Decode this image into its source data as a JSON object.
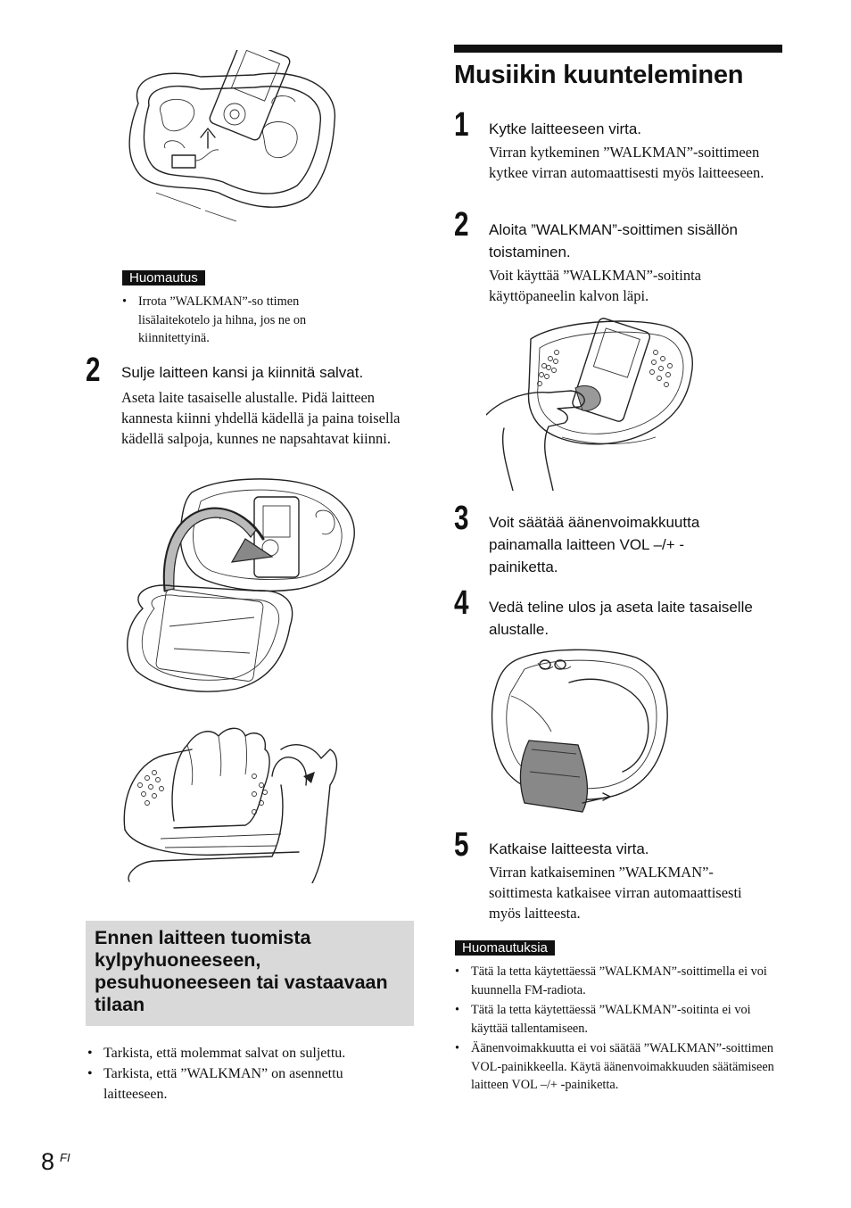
{
  "left": {
    "note1": {
      "label": "Huomautus",
      "items": [
        "Irrota ”WALKMAN”-so ttimen lisälaitekotelo ja hihna, jos ne on kiinnitettyinä."
      ]
    },
    "step2": {
      "number": "2",
      "title": "Sulje laitteen kansi ja kiinnitä salvat.",
      "body": "Aseta laite tasaiselle alustalle. Pidä laitteen kannesta kiinni yhdellä kädellä ja paina toisella kädellä salpoja, kunnes ne napsahtavat kiinni."
    },
    "section_box": {
      "title": "Ennen laitteen tuomista kylpyhuoneeseen, pesuhuoneeseen tai vastaavaan tilaan"
    },
    "bullets": [
      "Tarkista, että molemmat salvat on suljettu.",
      "Tarkista, että ”WALKMAN” on asennettu laitteeseen."
    ]
  },
  "right": {
    "heading": "Musiikin kuunteleminen",
    "steps": [
      {
        "number": "1",
        "title": "Kytke laitteeseen virta.",
        "body": "Virran kytkeminen ”WALKMAN”-soittimeen kytkee virran automaattisesti myös laitteeseen."
      },
      {
        "number": "2",
        "title": "Aloita ”WALKMAN”-soittimen sisällön toistaminen.",
        "body": "Voit käyttää ”WALKMAN”-soitinta käyttöpaneelin kalvon läpi."
      },
      {
        "number": "3",
        "title": "Voit säätää äänenvoimakkuutta painamalla laitteen VOL –/+ -painiketta.",
        "body": ""
      },
      {
        "number": "4",
        "title": "Vedä teline ulos ja aseta laite tasaiselle alustalle.",
        "body": ""
      },
      {
        "number": "5",
        "title": "Katkaise laitteesta virta.",
        "body": "Virran katkaiseminen ”WALKMAN”-soittimesta katkaisee virran automaattisesti myös laitteesta."
      }
    ],
    "note2": {
      "label": "Huomautuksia",
      "items": [
        "Tätä la tetta käytettäessä ”WALKMAN”-soittimella ei voi kuunnella FM-radiota.",
        "Tätä la tetta käytettäessä ”WALKMAN”-soitinta ei voi käyttää tallentamiseen.",
        "Äänenvoimakkuutta ei voi säätää ”WALKMAN”-soittimen VOL-painikkeella. Käytä äänenvoimakkuuden säätämiseen laitteen VOL –/+ -painiketta."
      ]
    }
  },
  "footer": {
    "page_number": "8",
    "lang": "FI"
  },
  "colors": {
    "text": "#111111",
    "section_box_bg": "#d9d9d9",
    "heading_rule": "#111111"
  },
  "illustrations": [
    "speaker-insert-walkman-illustration",
    "close-lid-illustration",
    "press-latches-illustration",
    "operate-through-film-illustration",
    "stand-pulled-out-illustration"
  ]
}
